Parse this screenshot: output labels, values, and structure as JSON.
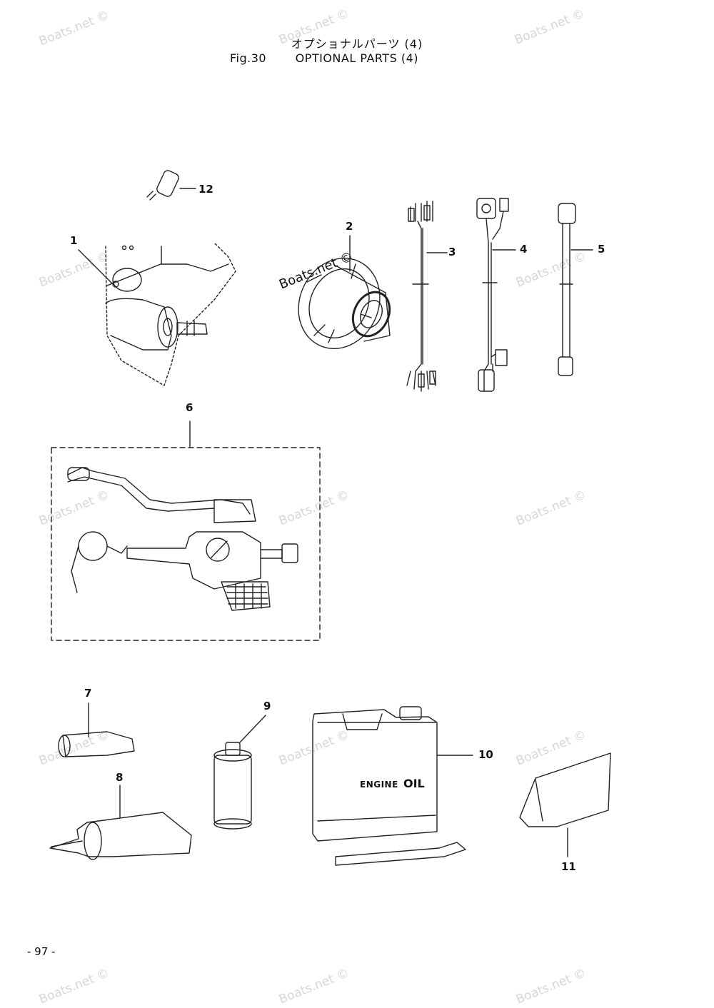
{
  "header": {
    "title_jp": "オプショナルパーツ (4)",
    "figure_label": "Fig.30",
    "title_en": "OPTIONAL PARTS (4)"
  },
  "callouts": [
    "1",
    "2",
    "3",
    "4",
    "5",
    "6",
    "7",
    "8",
    "9",
    "10",
    "11",
    "12"
  ],
  "labels": {
    "can_label": "ENGINE",
    "can_label_2": "OIL"
  },
  "watermark": "Boats.net ©",
  "footer": {
    "page_number": "- 97 -"
  }
}
